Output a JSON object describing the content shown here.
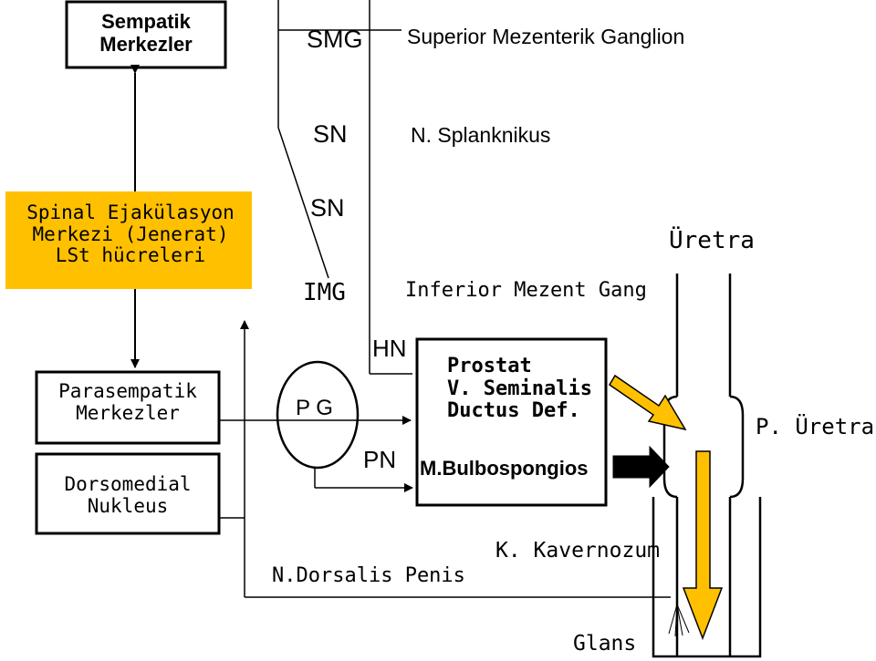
{
  "boxes": {
    "sympathetic_centers": [
      "Sempatik",
      "Merkezler"
    ],
    "spinal_ejaculation_center": [
      "Spinal Ejakülasyon",
      "Merkezi (Jenerat)",
      "LSt hücreleri"
    ],
    "parasympathetic_centers": [
      "Parasempatik",
      "Merkezler"
    ],
    "dorsomedial_nucleus": [
      "Dorsomedial",
      "Nukleus"
    ],
    "prostate_group": [
      "Prostat",
      "V. Seminalis",
      "Ductus Def.",
      "M.Bulbospongios"
    ]
  },
  "labels": {
    "smg": "SMG",
    "smg_full": "Superior Mezenterik Ganglion",
    "sn_top": "SN",
    "splanchnic": "N. Splanknikus",
    "sn_mid": "SN",
    "img": "IMG",
    "img_full": "Inferior Mezent Gang",
    "uretra": "Üretra",
    "hn": "HN",
    "pg": "P G",
    "pn": "PN",
    "p_uretra": "P. Üretra",
    "k_kavernozum": "K. Kavernozum",
    "n_dorsalis_penis": "N.Dorsalis Penis",
    "glans": "Glans"
  },
  "colors": {
    "yellow_box": "#ffc000",
    "yellow_arrow": "#ffc000",
    "black": "#000000",
    "white": "#ffffff"
  }
}
